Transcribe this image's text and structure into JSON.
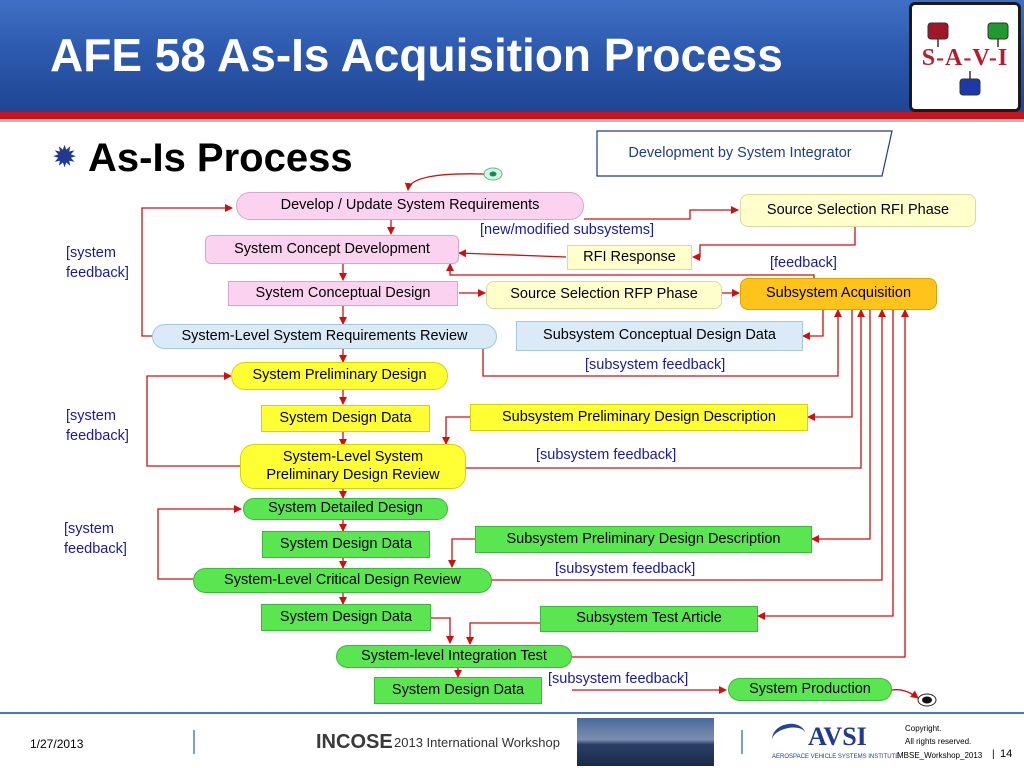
{
  "title": "AFE 58 As-Is Acquisition Process",
  "logo_text": "S-A-V-I",
  "bullet": "As-Is Process",
  "note": "Development by System Integrator",
  "nodes": {
    "develop_req": "Develop / Update System Requirements",
    "concept_dev": "System Concept Development",
    "conceptual_design": "System Conceptual Design",
    "srr": "System-Level System Requirements Review",
    "prelim_design": "System Preliminary Design",
    "sdd1": "System Design Data",
    "pdr": "System-Level System Preliminary Design Review",
    "detailed_design": "System Detailed Design",
    "sdd2": "System Design Data",
    "cdr": "System-Level Critical Design Review",
    "sdd3": "System Design Data",
    "integration_test": "System-level Integration Test",
    "sdd4": "System Design Data",
    "production": "System Production",
    "rfi_phase": "Source Selection RFI Phase",
    "rfi_response": "RFI Response",
    "rfp_phase": "Source Selection RFP Phase",
    "acquisition": "Subsystem Acquisition",
    "sub_conceptual": "Subsystem Conceptual Design Data",
    "sub_prelim1": "Subsystem Preliminary Design Description",
    "sub_prelim2": "Subsystem Preliminary Design Description",
    "sub_test": "Subsystem Test Article"
  },
  "labels": {
    "sys_feedback1": "[system feedback]",
    "sys_feedback2": "[system feedback]",
    "sys_feedback3": "[system feedback]",
    "new_modified": "[new/modified subsystems]",
    "feedback": "[feedback]",
    "sub_feedback1": "[subsystem feedback]",
    "sub_feedback2": "[subsystem feedback]",
    "sub_feedback3": "[subsystem feedback]",
    "sub_feedback4": "[subsystem feedback]"
  },
  "footer": {
    "date": "1/27/2013",
    "incose": "INCOSE",
    "workshop": "2013 International Workshop",
    "avsi": "AVSI",
    "avsi_sub": "AEROSPACE VEHICLE SYSTEMS INSTITUTE",
    "copyright": "Copyright.",
    "rights": "All rights reserved.",
    "file": "MBSE_Workshop_2013",
    "page": "14"
  },
  "colors": {
    "header": "#2d5aae",
    "accent_red": "#c8141e",
    "arrow": "#d01010",
    "label_blue": "#1a1aa0"
  }
}
